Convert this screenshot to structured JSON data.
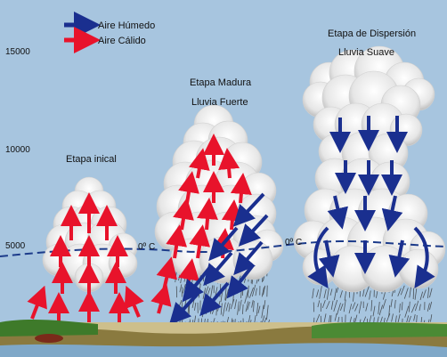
{
  "legend": {
    "humid_label": "Aire Húmedo",
    "warm_label": "Aire Cálido",
    "humid_color": "#1a2f8f",
    "warm_color": "#e8132b"
  },
  "axis": {
    "ticks": [
      "15000",
      "10000",
      "5000"
    ]
  },
  "freezing_label": "0º C",
  "stages": {
    "initial": {
      "title": "Etapa inical"
    },
    "mature": {
      "title": "Etapa Madura",
      "subtitle": "Lluvia Fuerte"
    },
    "dispersion": {
      "title": "Etapa de Dispersión",
      "subtitle": "Lluvia Suave"
    }
  },
  "colors": {
    "sky": "#a7c5df",
    "freezing_line": "#1c3b8a",
    "cloud": "#ececec",
    "ground": "#8a7a3f",
    "grass": "#3e7a2a",
    "water": "#7fa8c8"
  }
}
